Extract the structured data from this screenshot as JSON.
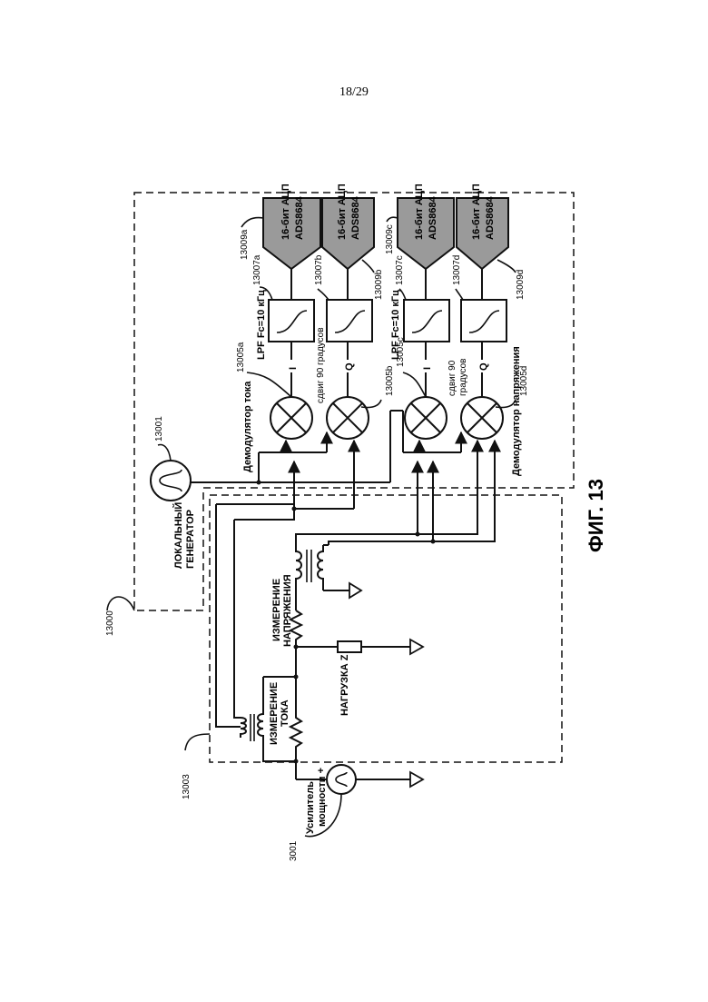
{
  "page_number": "18/29",
  "figure_label": "ФИГ. 13",
  "refs": {
    "system": "13000",
    "local_generator": "13001",
    "power_amp": "3001",
    "sensor_box": "13003",
    "mixer_a": "13005a",
    "mixer_b": "13005b",
    "mixer_c": "13005c",
    "mixer_d": "13005d",
    "lpf_a": "13007a",
    "lpf_b": "13007b",
    "lpf_c": "13007c",
    "lpf_d": "13007d",
    "adc_a": "13009a",
    "adc_b": "13009b",
    "adc_c": "13009c",
    "adc_d": "13009d"
  },
  "labels": {
    "local_generator_1": "ЛОКАЛЬНЫЙ",
    "local_generator_2": "ГЕНЕРАТОР",
    "current_demod": "Демодулятор тока",
    "voltage_demod": "Демодулятор напряжения",
    "lpf_top": "LPF Fc=10 кГц",
    "lpf_bottom": "LPF Fc=10 кГц",
    "shift_top": "сдвиг 90 градусов",
    "shift_bottom_1": "сдвиг  90",
    "shift_bottom_2": "градусов",
    "adc_a_1": "16-бит АЦП",
    "adc_a_2": "ADS8684",
    "adc_b_1": "16-бит АЦП",
    "adc_b_2": "ADS8684",
    "adc_c_1": "16-бит АЦП",
    "adc_c_2": "ADS8684",
    "adc_d_1": "16-бит АЦП",
    "adc_d_2": "ADS8684",
    "i_marker_top": "I",
    "q_marker_top": "Q",
    "i_marker_bottom": "I",
    "q_marker_bottom": "Q",
    "voltage_meas_1": "ИЗМЕРЕНИЕ",
    "voltage_meas_2": "НАПРЯЖЕНИЯ",
    "current_meas_1": "ИЗМЕРЕНИЕ",
    "current_meas_2": "ТОКА",
    "load": "НАГРУЗКА Z",
    "amp_1": "Усилитель",
    "amp_2": "мощности",
    "plus": "+"
  }
}
